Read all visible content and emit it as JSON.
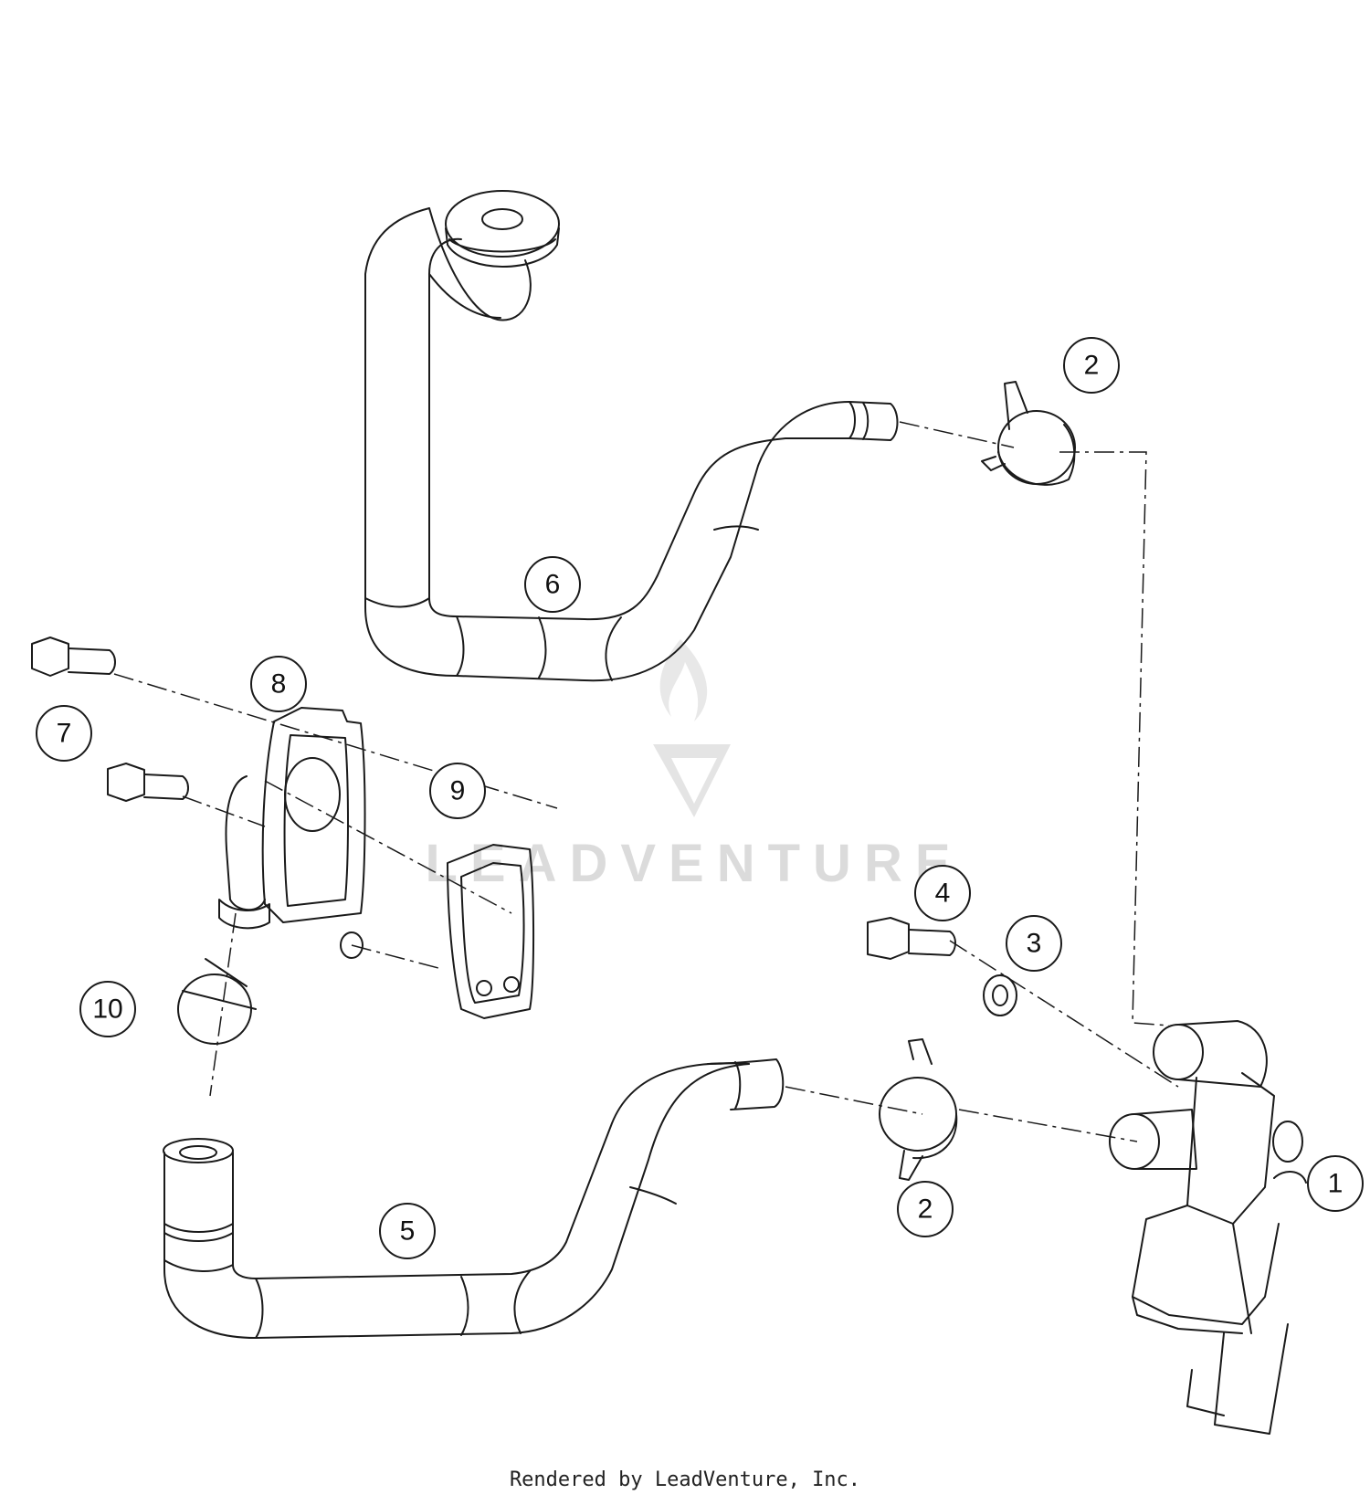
{
  "callouts": [
    {
      "id": "valve",
      "label": "1"
    },
    {
      "id": "clamp-top",
      "label": "2"
    },
    {
      "id": "clamp-bottom",
      "label": "2"
    },
    {
      "id": "washer",
      "label": "3"
    },
    {
      "id": "bolt-valve",
      "label": "4"
    },
    {
      "id": "hose-lower",
      "label": "5"
    },
    {
      "id": "hose-upper",
      "label": "6"
    },
    {
      "id": "bolt-small",
      "label": "7"
    },
    {
      "id": "reed-housing",
      "label": "8"
    },
    {
      "id": "reed-cover",
      "label": "9"
    },
    {
      "id": "cable-tie",
      "label": "10"
    }
  ],
  "watermark": {
    "text": "LEADVENTURE"
  },
  "footer": {
    "text": "Rendered by LeadVenture, Inc."
  },
  "colors": {
    "line": "#1a1a1a",
    "watermark": "#d8d8d8",
    "background": "#ffffff"
  }
}
